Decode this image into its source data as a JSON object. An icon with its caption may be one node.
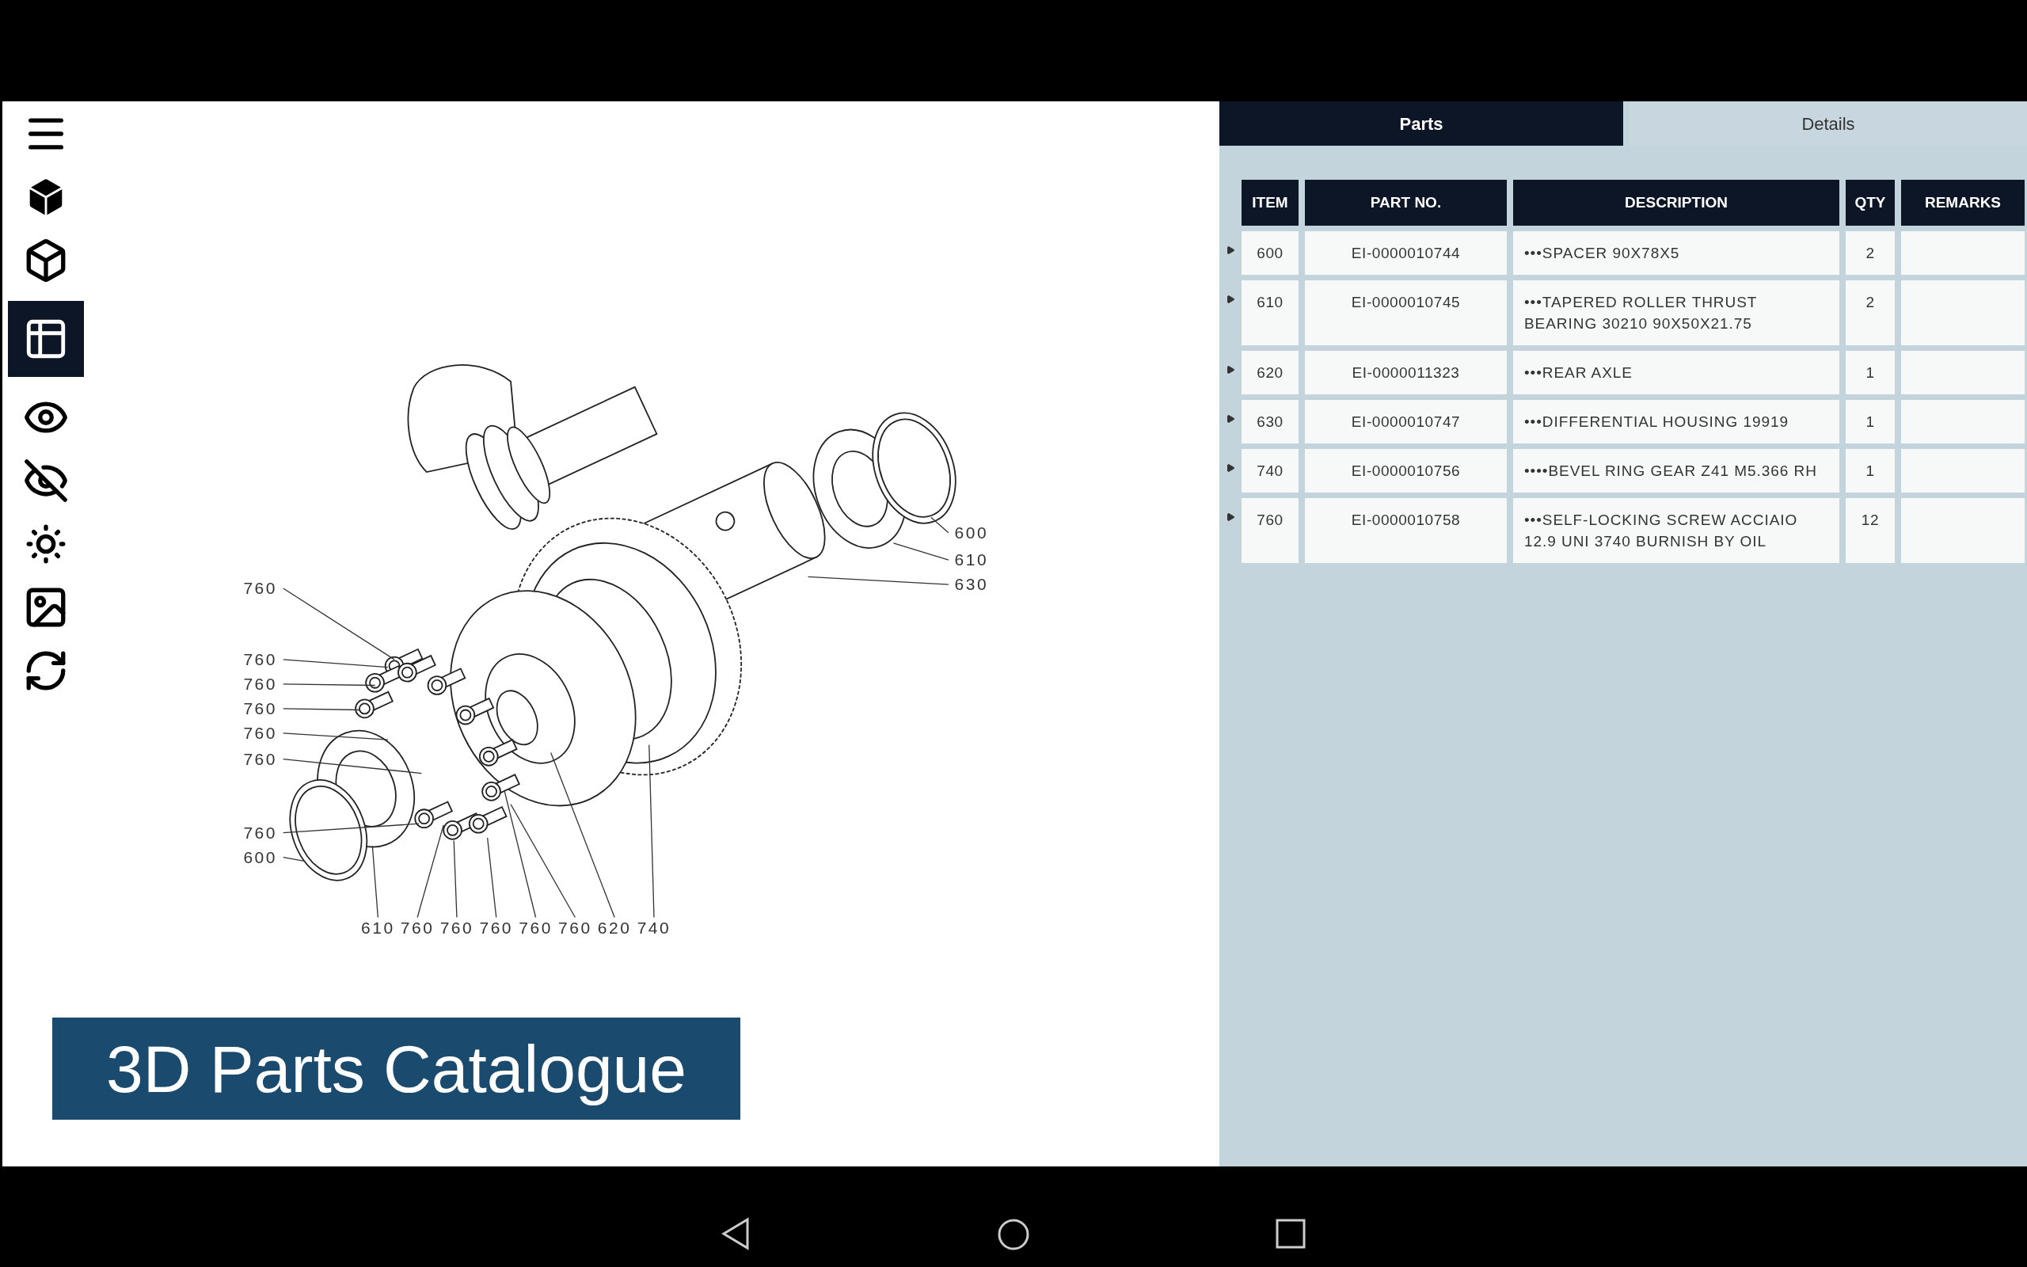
{
  "diagram": {
    "nodes": [
      {
        "text": [
          "760"
        ]
      },
      {
        "text": [
          "760"
        ]
      },
      {
        "text": [
          "760"
        ]
      },
      {
        "text": [
          "760"
        ]
      },
      {
        "text": [
          "760"
        ]
      },
      {
        "text": [
          "760"
        ]
      },
      {
        "text": [
          "760"
        ]
      },
      {
        "text": [
          "600"
        ]
      },
      {
        "text": [
          "600"
        ]
      },
      {
        "text": [
          "610"
        ]
      },
      {
        "text": [
          "630"
        ]
      },
      {
        "text": [
          "610"
        ]
      },
      {
        "text": [
          "760"
        ]
      },
      {
        "text": [
          "760"
        ]
      },
      {
        "text": [
          "760"
        ]
      },
      {
        "text": [
          "760"
        ]
      },
      {
        "text": [
          "760"
        ]
      },
      {
        "text": [
          "620"
        ]
      },
      {
        "text": [
          "740"
        ]
      }
    ],
    "edges": [
      {
        "from": 0,
        "to": null,
        "arrow": "none"
      },
      {
        "from": 1,
        "to": null,
        "arrow": "none"
      },
      {
        "from": 2,
        "to": null,
        "arrow": "none"
      },
      {
        "from": 3,
        "to": null,
        "arrow": "none"
      },
      {
        "from": 4,
        "to": null,
        "arrow": "none"
      },
      {
        "from": 5,
        "to": null,
        "arrow": "none"
      },
      {
        "from": 6,
        "to": null,
        "arrow": "none"
      },
      {
        "from": 7,
        "to": null,
        "arrow": "none"
      },
      {
        "from": 8,
        "to": null,
        "arrow": "none"
      },
      {
        "from": 9,
        "to": null,
        "arrow": "none"
      },
      {
        "from": 10,
        "to": null,
        "arrow": "none"
      },
      {
        "from": 11,
        "to": null,
        "arrow": "none"
      },
      {
        "from": 12,
        "to": null,
        "arrow": "none"
      },
      {
        "from": 13,
        "to": null,
        "arrow": "none"
      },
      {
        "from": 14,
        "to": null,
        "arrow": "none"
      },
      {
        "from": 15,
        "to": null,
        "arrow": "none"
      },
      {
        "from": 16,
        "to": null,
        "arrow": "none"
      },
      {
        "from": 17,
        "to": null,
        "arrow": "none"
      },
      {
        "from": 18,
        "to": null,
        "arrow": "none"
      }
    ],
    "labels": [
      "Parts",
      "Details",
      "ITEM",
      "PART NO.",
      "DESCRIPTION",
      "QTY",
      "REMARKS",
      "600",
      "EI-0000010744",
      "•••SPACER 90X78X5",
      "2",
      "610",
      "EI-0000010745",
      "•••TAPERED ROLLER THRUST BEARING 30210 90X50X21.75",
      "2",
      "620",
      "EI-0000011323",
      "•••REAR AXLE",
      "1",
      "630",
      "EI-0000010747",
      "•••DIFFERENTIAL HOUSING 19919",
      "1",
      "740",
      "EI-0000010756",
      "••••BEVEL RING GEAR Z41 M5.366 RH",
      "1",
      "760",
      "EI-0000010758",
      "•••SELF-LOCKING SCREW ACCIAIO 12.9 UNI 3740 BURNISH BY OIL",
      "12",
      "3D Parts Catalogue"
    ]
  }
}
